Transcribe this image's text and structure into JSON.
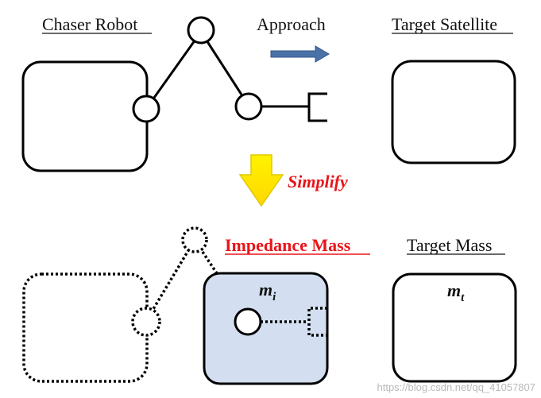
{
  "top": {
    "chaser_label": "Chaser Robot",
    "approach_label": "Approach",
    "target_label": "Target Satellite"
  },
  "middle": {
    "simplify_label": "Simplify"
  },
  "bottom": {
    "impedance_label": "Impedance Mass",
    "target_mass_label": "Target Mass",
    "impedance_symbol": "m",
    "impedance_subscript": "i",
    "target_symbol": "m",
    "target_subscript": "t"
  },
  "watermark": "https://blog.csdn.net/qq_41057807",
  "colors": {
    "approach_arrow": "#4a72a8",
    "simplify_arrow": "#ffee00",
    "impedance_fill": "#d3dff0",
    "accent_red": "#e8151b"
  }
}
